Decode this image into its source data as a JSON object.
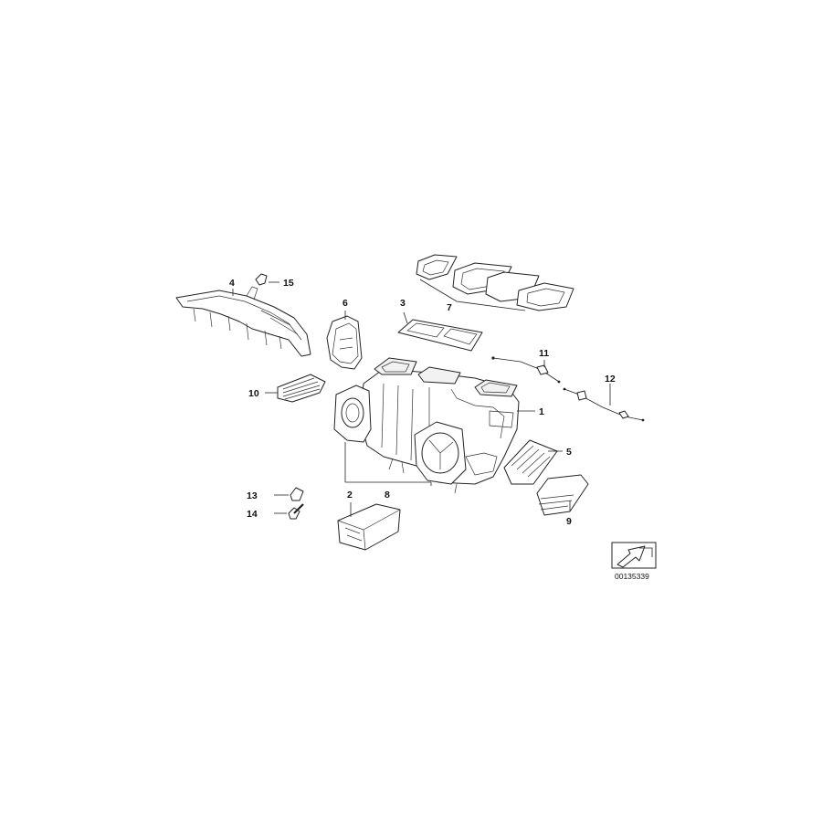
{
  "labels": {
    "p1": "1",
    "p2": "2",
    "p3": "3",
    "p4": "4",
    "p5": "5",
    "p6": "6",
    "p7": "7",
    "p8": "8",
    "p9": "9",
    "p10": "10",
    "p11": "11",
    "p12": "12",
    "p13": "13",
    "p14": "14",
    "p15": "15"
  },
  "reference_code": "00135339"
}
